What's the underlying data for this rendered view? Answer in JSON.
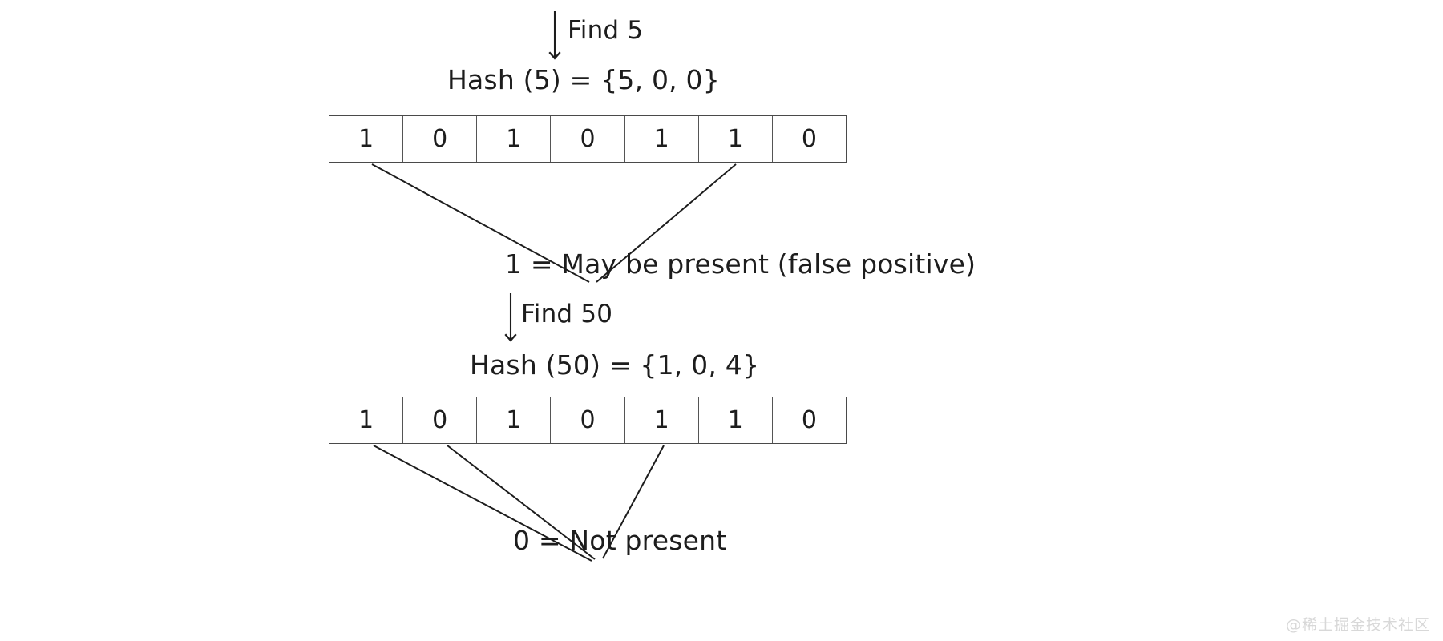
{
  "diagram": {
    "title": "Bloom filter membership lookup",
    "background_color": "#ffffff",
    "text_color": "#1d1d1d",
    "line_color": "#1d1d1d",
    "cell_border_color": "#555555"
  },
  "steps": [
    {
      "arrow_label": "Find 5",
      "hash_label": "Hash (5) = {5, 0, 0}",
      "hash_indices": [
        5,
        0,
        0
      ],
      "bits": [
        "1",
        "0",
        "1",
        "0",
        "1",
        "1",
        "0"
      ],
      "highlighted_indices": [
        0,
        5
      ],
      "conclusion": "1 = May be present (false positive)"
    },
    {
      "arrow_label": "Find 50",
      "hash_label": "Hash (50) = {1, 0, 4}",
      "hash_indices": [
        1,
        0,
        4
      ],
      "bits": [
        "1",
        "0",
        "1",
        "0",
        "1",
        "1",
        "0"
      ],
      "highlighted_indices": [
        0,
        1,
        4
      ],
      "conclusion": "0 = Not present"
    }
  ],
  "watermark": "@稀土掘金技术社区"
}
